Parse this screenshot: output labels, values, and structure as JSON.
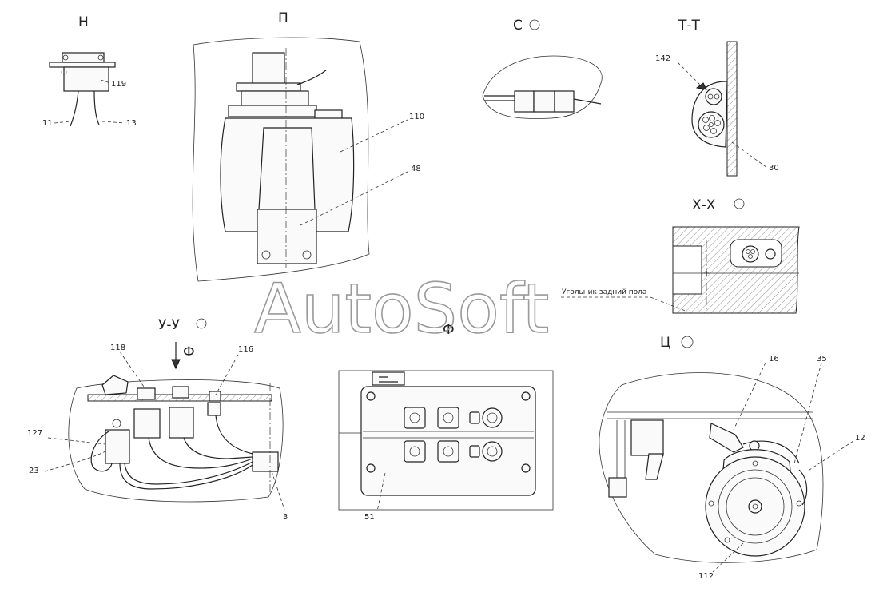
{
  "watermark": "AutoSoft",
  "views": {
    "H": {
      "title": "Н",
      "labels": [
        "119",
        "11",
        "13"
      ]
    },
    "P": {
      "title": "П",
      "labels": [
        "110",
        "48"
      ]
    },
    "S": {
      "title": "С"
    },
    "T": {
      "title": "Т-Т",
      "labels": [
        "142",
        "30"
      ]
    },
    "X": {
      "title": "Х-Х",
      "note": "Угольник задний пола"
    },
    "U": {
      "title": "У-У",
      "arrow_label": "Ф",
      "labels": [
        "118",
        "116",
        "127",
        "23",
        "3"
      ]
    },
    "F": {
      "title": "Ф",
      "labels": [
        "51"
      ]
    },
    "C": {
      "title": "Ц",
      "labels": [
        "16",
        "35",
        "12",
        "112"
      ]
    }
  }
}
